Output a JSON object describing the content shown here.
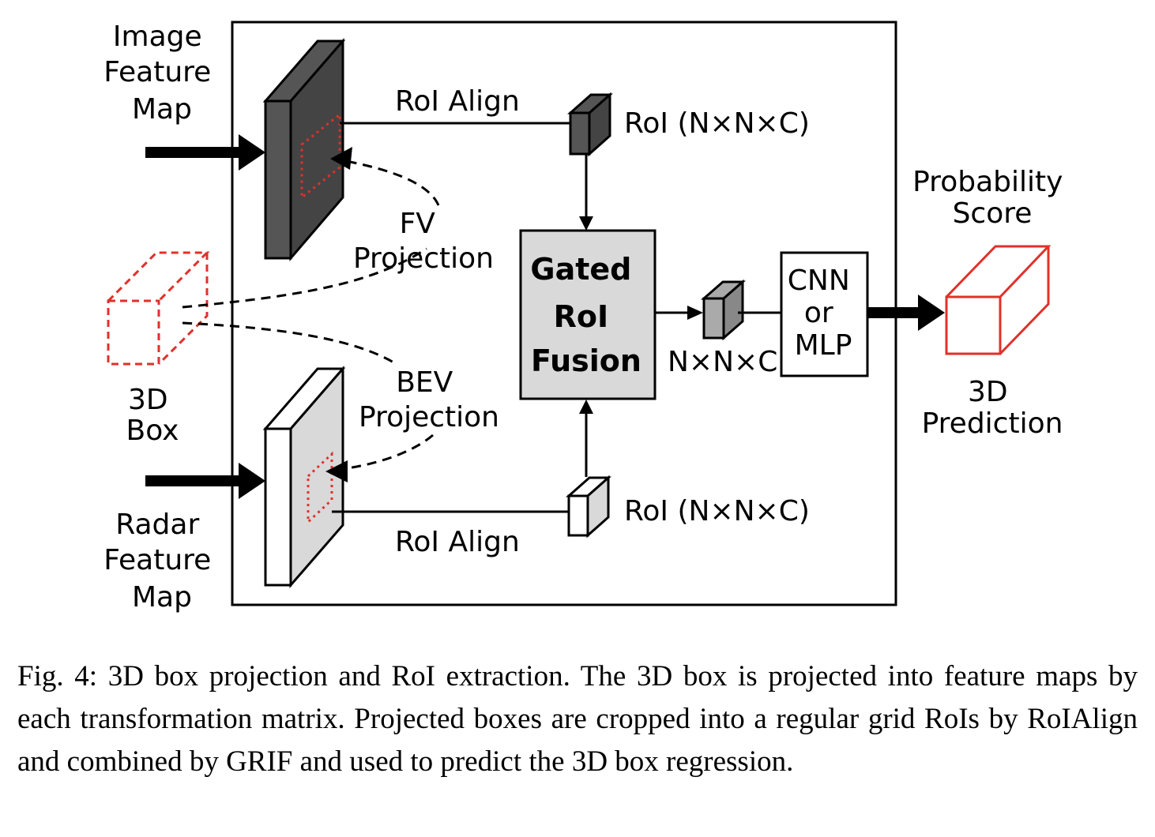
{
  "diagram": {
    "labels": {
      "image_feature_map": [
        "Image",
        "Feature",
        "Map"
      ],
      "radar_feature_map": [
        "Radar",
        "Feature",
        "Map"
      ],
      "box_3d": [
        "3D",
        "Box"
      ],
      "roi_align_top": "RoI Align",
      "roi_align_bottom": "RoI Align",
      "roi_top": "RoI (N×N×C)",
      "roi_bottom": "RoI (N×N×C)",
      "fv_projection": [
        "FV",
        "Projection"
      ],
      "bev_projection": [
        "BEV",
        "Projection"
      ],
      "gated_roi_fusion": [
        "Gated",
        "RoI",
        "Fusion"
      ],
      "nnc": "N×N×C",
      "cnn_or_mlp": [
        "CNN",
        "or",
        "MLP"
      ],
      "probability_score": [
        "Probability",
        "Score"
      ],
      "prediction_3d": [
        "3D",
        "Prediction"
      ]
    },
    "colors": {
      "image_map": "#555555",
      "radar_map": "#d9d9d9",
      "projection_red": "#e0312a",
      "fusion_block": "#d9d9d9"
    }
  },
  "caption": "Fig. 4: 3D box projection and RoI extraction. The 3D box is projected into feature maps by each transformation matrix. Projected boxes are cropped into a regular grid RoIs by RoIAlign and combined by GRIF and used to predict the 3D box regression."
}
